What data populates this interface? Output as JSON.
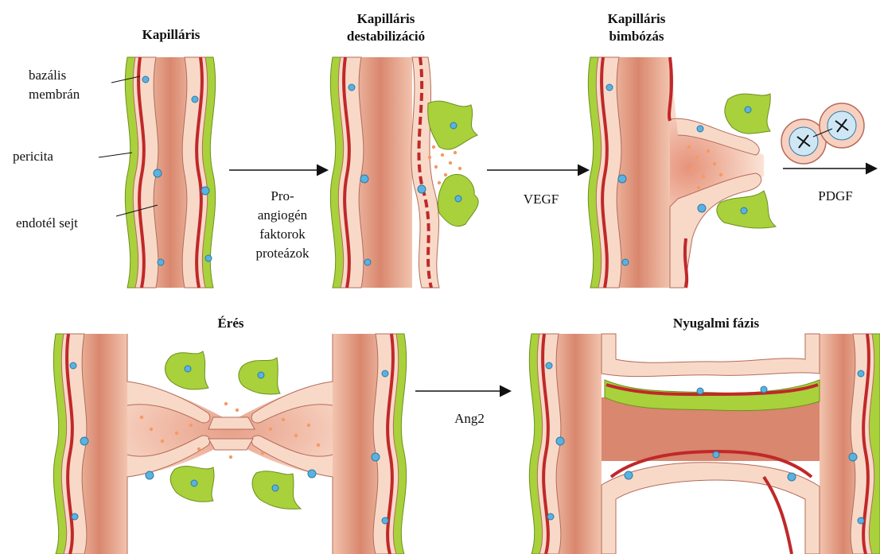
{
  "panels": {
    "capillary": {
      "title": "Kapilláris"
    },
    "destabilization": {
      "title_line1": "Kapilláris",
      "title_line2": "destabilizáció"
    },
    "sprouting": {
      "title_line1": "Kapilláris",
      "title_line2": "bimbózás"
    },
    "maturation": {
      "title": "Érés"
    },
    "quiescence": {
      "title": "Nyugalmi fázis"
    }
  },
  "structure_labels": {
    "basement_membrane_line1": "bazális",
    "basement_membrane_line2": "membrán",
    "pericyte": "pericita",
    "endothelial_cell": "endotél sejt"
  },
  "arrows": {
    "step1_line1": "Pro-",
    "step1_line2": "angiogén",
    "step1_line3": "faktorok",
    "step1_line4": "proteázok",
    "step2": "VEGF",
    "step3": "PDGF",
    "step4": "Ang2"
  },
  "colors": {
    "vessel_core": "#d9876e",
    "vessel_edge": "#f2c4ae",
    "endothelial": "#f8d9c8",
    "pericyte": "#a8d13b",
    "membrane": "#c0282a",
    "nucleus": "#5ab2e0",
    "particles": "#f59a63"
  }
}
